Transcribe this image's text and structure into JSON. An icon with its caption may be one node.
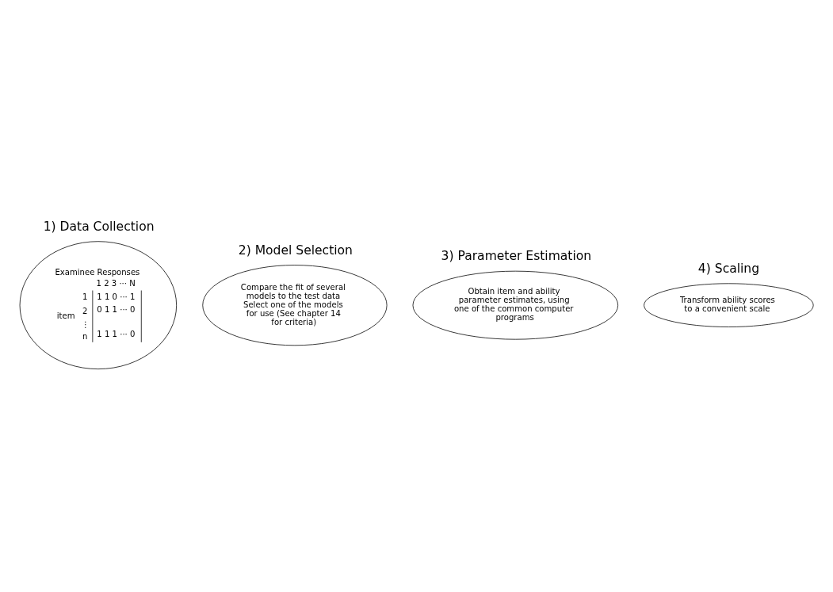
{
  "diagram": {
    "nodes": [
      {
        "text": [
          "1) Data Collection",
          "Examinee Responses",
          "1 2 3 ··· N",
          "item",
          "1",
          "1 1 0 ··· 1",
          "2",
          "0 1 1 ··· 0",
          "⋮",
          "n",
          "1 1 1 ··· 0"
        ]
      },
      {
        "text": [
          "2) Model Selection",
          "Compare the fit of several models to the test data",
          "Select one of the models for use (See chapter 14 for criteria)"
        ]
      },
      {
        "text": [
          "3) Parameter Estimation",
          "Obtain item and ability parameter estimates, using one of the common computer programs"
        ]
      },
      {
        "text": [
          "4) Scaling",
          "Transform ability scores to a convenient scale"
        ]
      }
    ]
  }
}
